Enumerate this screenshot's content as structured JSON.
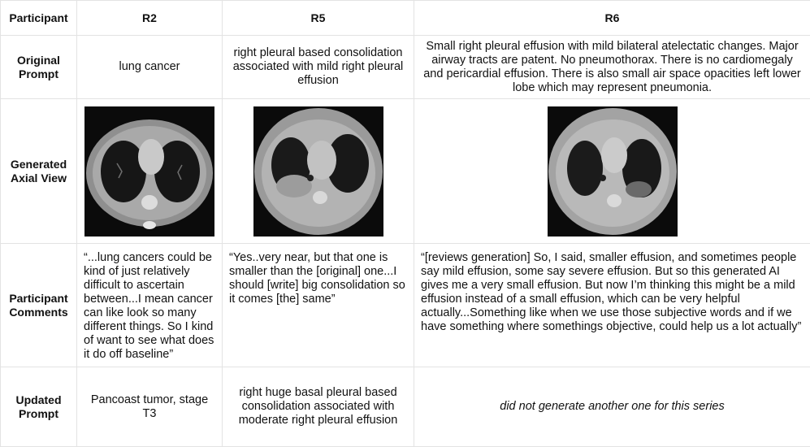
{
  "headers": {
    "participant": "Participant",
    "r2": "R2",
    "r5": "R5",
    "r6": "R6"
  },
  "rows": {
    "original_prompt": {
      "label": "Original Prompt",
      "r2": "lung cancer",
      "r5": "right pleural based consolidation associated with mild right pleural effusion",
      "r6": "Small right pleural effusion with mild bilateral atelectatic changes. Major airway tracts are patent. No pneumothorax. There is no cardiomegaly and pericardial effusion. There is also small air space opacities left lower lobe which may represent pneumonia."
    },
    "generated_axial_view": {
      "label": "Generated Axial View"
    },
    "participant_comments": {
      "label": "Participant Comments",
      "r2": "“...lung cancers could be kind of just relatively difficult to ascertain between...I mean cancer can like look so many different things. So I kind of want to see what does it do off baseline”",
      "r5": "“Yes..very near, but that one is smaller than the [original] one...I should [write] big consolidation so it comes [the] same”",
      "r6": "“[reviews generation] So, I said, smaller effusion, and sometimes people say mild effusion, some say severe effusion. But so this generated AI gives me a very small effusion. But now I’m thinking this might be a mild effusion instead of a small effusion, which can be very helpful actually...Something like when we use those subjective words and if we have something where somethings objective, could help us a lot actually”"
    },
    "updated_prompt": {
      "label": "Updated Prompt",
      "r2": "Pancoast tumor, stage T3",
      "r5": "right huge basal pleural based consolidation associated with moderate right pleural effusion",
      "r6": "did not generate another one for this series"
    }
  }
}
